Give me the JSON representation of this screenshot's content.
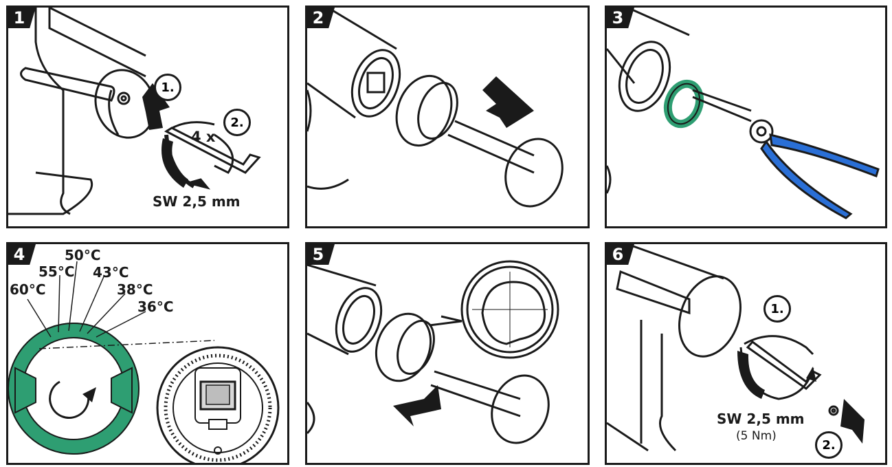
{
  "panels": [
    {
      "num": "1",
      "labels": {
        "step1": "1.",
        "step2": "2.",
        "count": "4 x",
        "tool": "SW 2,5 mm"
      }
    },
    {
      "num": "2"
    },
    {
      "num": "3"
    },
    {
      "num": "4",
      "temps": [
        "50°C",
        "55°C",
        "43°C",
        "60°C",
        "38°C",
        "36°C"
      ]
    },
    {
      "num": "5"
    },
    {
      "num": "6",
      "labels": {
        "step1": "1.",
        "step2": "2.",
        "tool": "SW 2,5 mm",
        "torque": "(5 Nm)"
      }
    }
  ],
  "colors": {
    "ink": "#1a1a1a",
    "green": "#2e9e72",
    "blue": "#2a6fd6"
  }
}
